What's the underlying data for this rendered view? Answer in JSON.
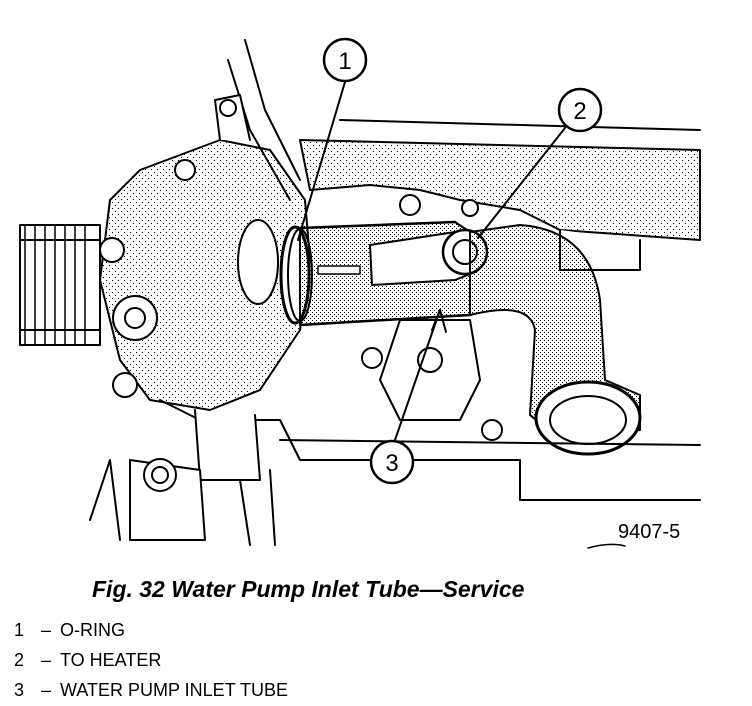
{
  "figure": {
    "drawing_number": "9407-5",
    "caption": "Fig. 32 Water Pump Inlet Tube—Service"
  },
  "callouts": [
    {
      "number": "1",
      "label": "O-RING"
    },
    {
      "number": "2",
      "label": "TO HEATER"
    },
    {
      "number": "3",
      "label": "WATER PUMP INLET TUBE"
    }
  ],
  "legend_separator": "–"
}
